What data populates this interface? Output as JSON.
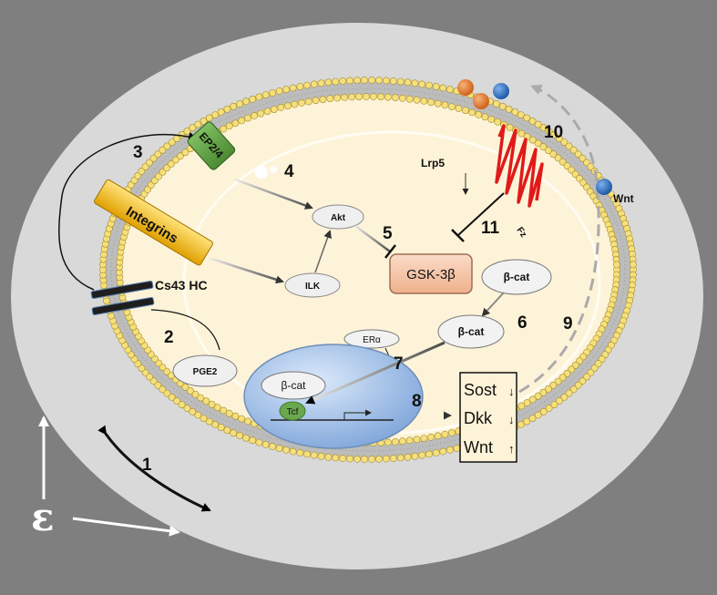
{
  "labels": {
    "ep": "EP2/4",
    "integrins": "Integrins",
    "cs43": "Cs43 HC",
    "pge2": "PGE2",
    "akt": "Akt",
    "ilk": "ILK",
    "gsk": "GSK-3β",
    "bcat1": "β-cat",
    "bcat2": "β-cat",
    "bcat3": "β-cat",
    "era": "ERα",
    "tcf": "Tcf",
    "lrp5": "Lrp5",
    "fz": "Fz",
    "wnt_ligand": "Wnt",
    "epsilon": "ε"
  },
  "targets": [
    {
      "name": "Sost",
      "arrow": "↓"
    },
    {
      "name": "Dkk",
      "arrow": "↓"
    },
    {
      "name": "Wnt",
      "arrow": "↑"
    }
  ],
  "step_numbers": [
    "1",
    "2",
    "3",
    "4",
    "5",
    "6",
    "7",
    "8",
    "9",
    "10",
    "11"
  ],
  "colors": {
    "background": "#7f7f7f",
    "extracellular": "#d9d9d9",
    "cytoplasm": "#fdf3d8",
    "lipid_head": "#f6e07c",
    "ep_receptor": "#5f9a45",
    "integrins": "#f2b200",
    "gsk_box": "#f7cbb0",
    "nucleus": "#aecbee",
    "tcf": "#6aa84f",
    "frizzled": "#e01a1a",
    "ligand_orange": "#e87a25",
    "ligand_blue": "#2f6fbf"
  }
}
